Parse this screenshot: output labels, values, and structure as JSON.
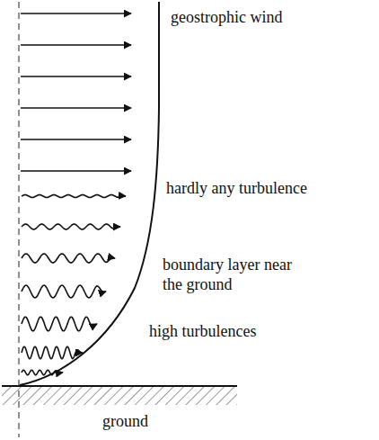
{
  "diagram": {
    "labels": [
      "geostrophic wind",
      "hardly any turbulence",
      "boundary layer near the ground",
      "high turbulences",
      "ground"
    ]
  }
}
